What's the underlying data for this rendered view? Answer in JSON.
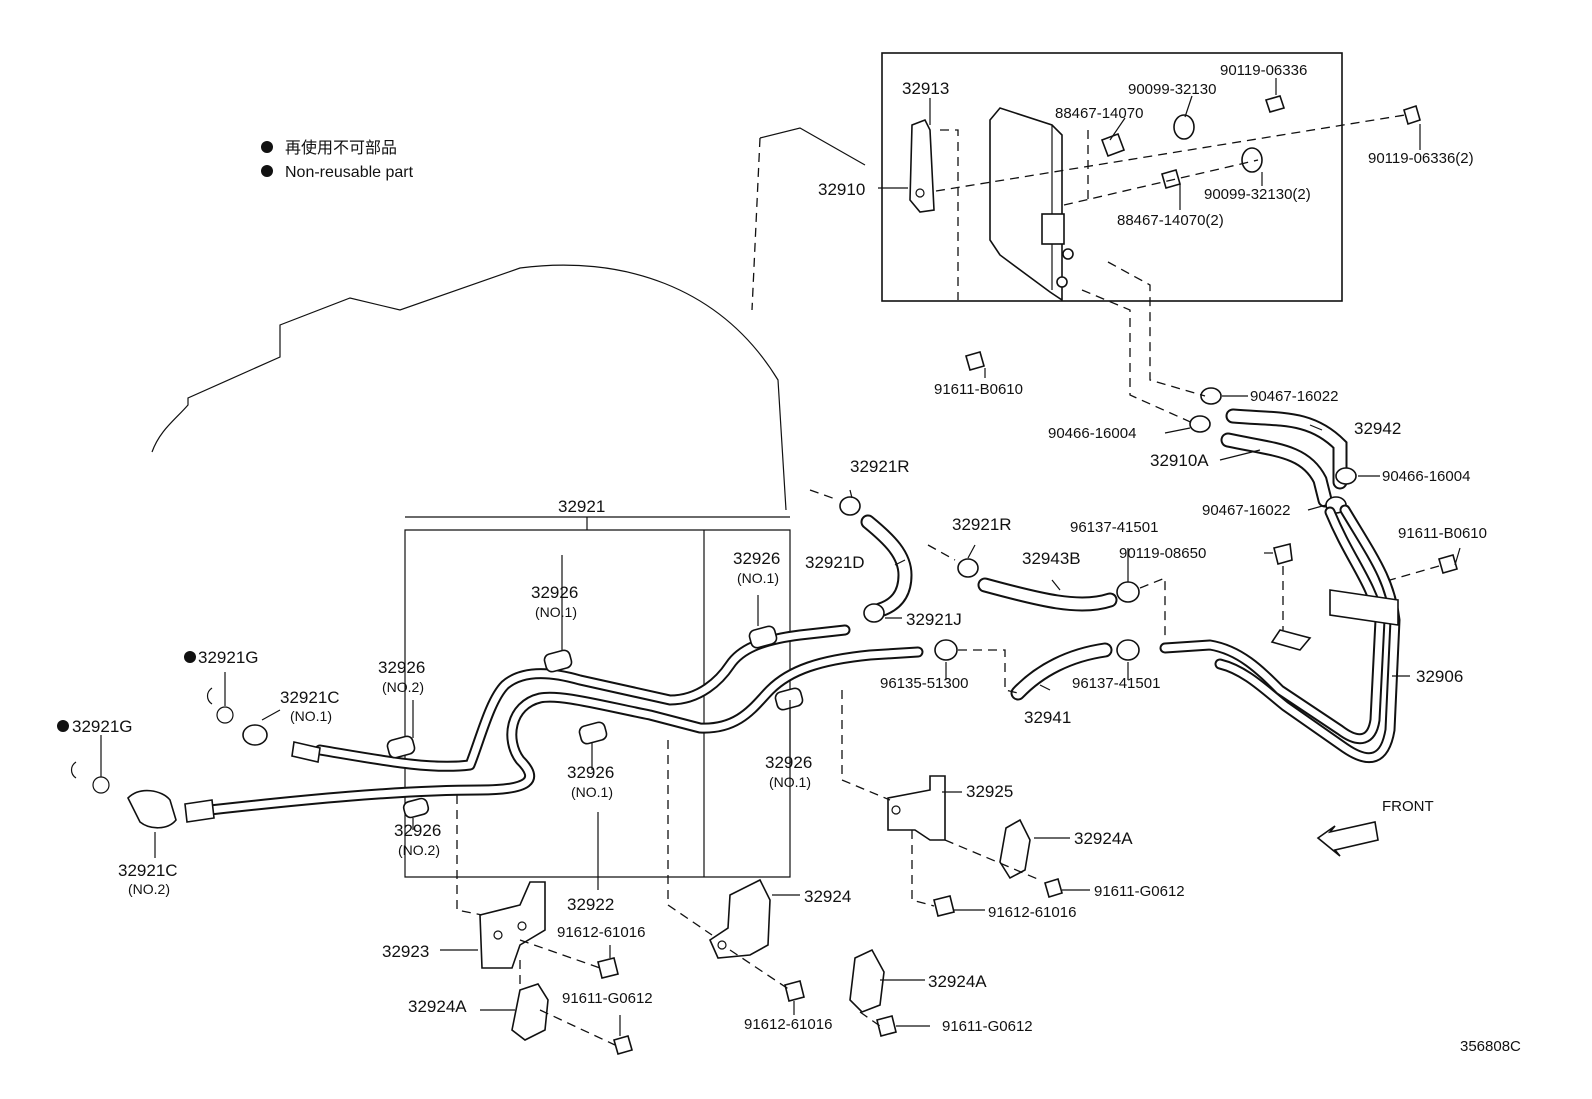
{
  "legend": {
    "japanese": "再使用不可部品",
    "english": "Non-reusable part"
  },
  "labels": {
    "p32913": "32913",
    "p32910": "32910",
    "p88467_14070": "88467-14070",
    "p90099_32130": "90099-32130",
    "p90119_06336": "90119-06336",
    "p90119_06336_2": "90119-06336(2)",
    "p90099_32130_2": "90099-32130(2)",
    "p88467_14070_2": "88467-14070(2)",
    "p91611_B0610_a": "91611-B0610",
    "p90467_16022_a": "90467-16022",
    "p90466_16004_a": "90466-16004",
    "p32942": "32942",
    "p32910A": "32910A",
    "p90466_16004_b": "90466-16004",
    "p90467_16022_b": "90467-16022",
    "p91611_B0610_b": "91611-B0610",
    "p32921R_a": "32921R",
    "p32921D": "32921D",
    "p32921J": "32921J",
    "p32921R_b": "32921R",
    "p96137_41501_a": "96137-41501",
    "p32943B": "32943B",
    "p90119_08650": "90119-08650",
    "p96135_51300": "96135-51300",
    "p32941": "32941",
    "p96137_41501_b": "96137-41501",
    "p32906": "32906",
    "p32921": "32921",
    "p32926_a": "32926",
    "p32926_a_sub": "(NO.1)",
    "p32926_b": "32926",
    "p32926_b_sub": "(NO.1)",
    "p32926_c": "32926",
    "p32926_c_sub": "(NO.2)",
    "p32926_d": "32926",
    "p32926_d_sub": "(NO.1)",
    "p32926_e": "32926",
    "p32926_e_sub": "(NO.1)",
    "p32926_f": "32926",
    "p32926_f_sub": "(NO.2)",
    "p32921G_a": "32921G",
    "p32921C_a": "32921C",
    "p32921C_a_sub": "(NO.1)",
    "p32921G_b": "32921G",
    "p32921C_b": "32921C",
    "p32921C_b_sub": "(NO.2)",
    "p32922": "32922",
    "p32925": "32925",
    "p32924A_a": "32924A",
    "p91611_G0612_a": "91611-G0612",
    "p91612_61016_a": "91612-61016",
    "p32924": "32924",
    "p32923": "32923",
    "p91612_61016_b": "91612-61016",
    "p91611_G0612_b": "91611-G0612",
    "p32924A_b": "32924A",
    "p32924A_c": "32924A",
    "p91612_61016_c": "91612-61016",
    "p91611_G0612_c": "91611-G0612",
    "front": "FRONT",
    "ref_code": "356808C"
  }
}
